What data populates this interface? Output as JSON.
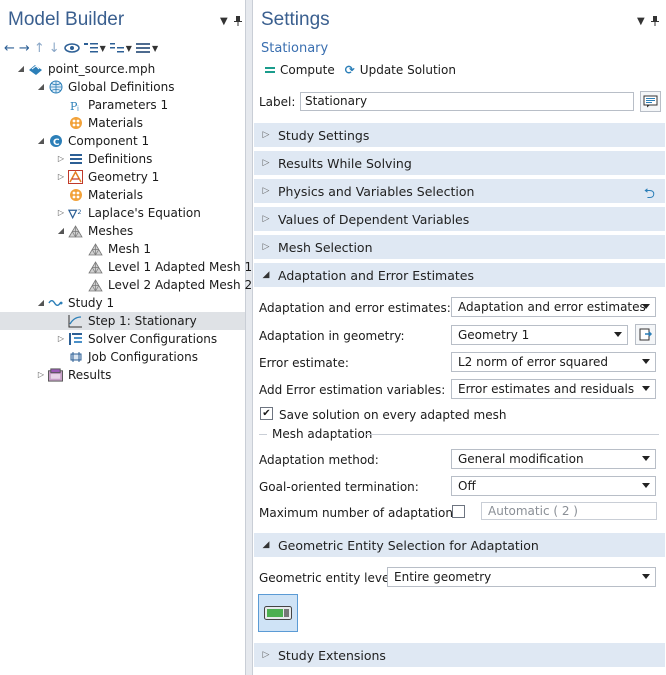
{
  "model_builder": {
    "title": "Model Builder",
    "tree": [
      {
        "label": "point_source.mph",
        "indent": 0,
        "twisty": "open",
        "icon": "model-icon"
      },
      {
        "label": "Global Definitions",
        "indent": 1,
        "twisty": "open",
        "icon": "globe-icon"
      },
      {
        "label": "Parameters 1",
        "indent": 2,
        "twisty": "",
        "icon": "parameters-icon"
      },
      {
        "label": "Materials",
        "indent": 2,
        "twisty": "",
        "icon": "materials-icon"
      },
      {
        "label": "Component 1",
        "indent": 1,
        "twisty": "open",
        "icon": "component-icon"
      },
      {
        "label": "Definitions",
        "indent": 2,
        "twisty": "closed",
        "icon": "definitions-icon"
      },
      {
        "label": "Geometry 1",
        "indent": 2,
        "twisty": "closed",
        "icon": "geometry-icon"
      },
      {
        "label": "Materials",
        "indent": 2,
        "twisty": "",
        "icon": "materials-icon"
      },
      {
        "label": "Laplace's Equation",
        "indent": 2,
        "twisty": "closed",
        "icon": "laplace-icon"
      },
      {
        "label": "Meshes",
        "indent": 2,
        "twisty": "open",
        "icon": "mesh-icon"
      },
      {
        "label": "Mesh 1",
        "indent": 3,
        "twisty": "",
        "icon": "mesh-icon"
      },
      {
        "label": "Level 1 Adapted Mesh 1",
        "indent": 3,
        "twisty": "",
        "icon": "mesh-icon"
      },
      {
        "label": "Level 2 Adapted Mesh 2",
        "indent": 3,
        "twisty": "",
        "icon": "mesh-icon"
      },
      {
        "label": "Study 1",
        "indent": 1,
        "twisty": "open",
        "icon": "study-icon"
      },
      {
        "label": "Step 1: Stationary",
        "indent": 2,
        "twisty": "",
        "icon": "stationary-icon",
        "selected": true
      },
      {
        "label": "Solver Configurations",
        "indent": 2,
        "twisty": "closed",
        "icon": "solver-icon"
      },
      {
        "label": "Job Configurations",
        "indent": 2,
        "twisty": "",
        "icon": "job-icon"
      },
      {
        "label": "Results",
        "indent": 1,
        "twisty": "closed",
        "icon": "results-icon"
      }
    ]
  },
  "settings": {
    "title": "Settings",
    "subtitle": "Stationary",
    "compute_label": "Compute",
    "update_label": "Update Solution",
    "label_caption": "Label:",
    "label_value": "Stationary",
    "sections": {
      "study_settings": "Study Settings",
      "results_while_solving": "Results While Solving",
      "physics_selection": "Physics and Variables Selection",
      "dependent_values": "Values of Dependent Variables",
      "mesh_selection": "Mesh Selection",
      "adaptation": "Adaptation and Error Estimates",
      "geom_entity": "Geometric Entity Selection for Adaptation",
      "study_extensions": "Study Extensions"
    },
    "adaptation": {
      "estimates_label": "Adaptation and error estimates:",
      "estimates_value": "Adaptation and error estimates",
      "geometry_label": "Adaptation in geometry:",
      "geometry_value": "Geometry 1",
      "error_label": "Error estimate:",
      "error_value": "L2 norm of error squared",
      "variables_label": "Add Error estimation variables:",
      "variables_value": "Error estimates and residuals",
      "save_label": "Save solution on every adapted mesh",
      "save_checked": true,
      "mesh_adaptation_group": "Mesh adaptation",
      "method_label": "Adaptation method:",
      "method_value": "General modification",
      "goal_label": "Goal-oriented termination:",
      "goal_value": "Off",
      "max_label": "Maximum number of adaptations:",
      "max_checked": false,
      "max_value": "Automatic ( 2 )"
    },
    "geom_entity": {
      "level_label": "Geometric entity level:",
      "level_value": "Entire geometry"
    }
  }
}
